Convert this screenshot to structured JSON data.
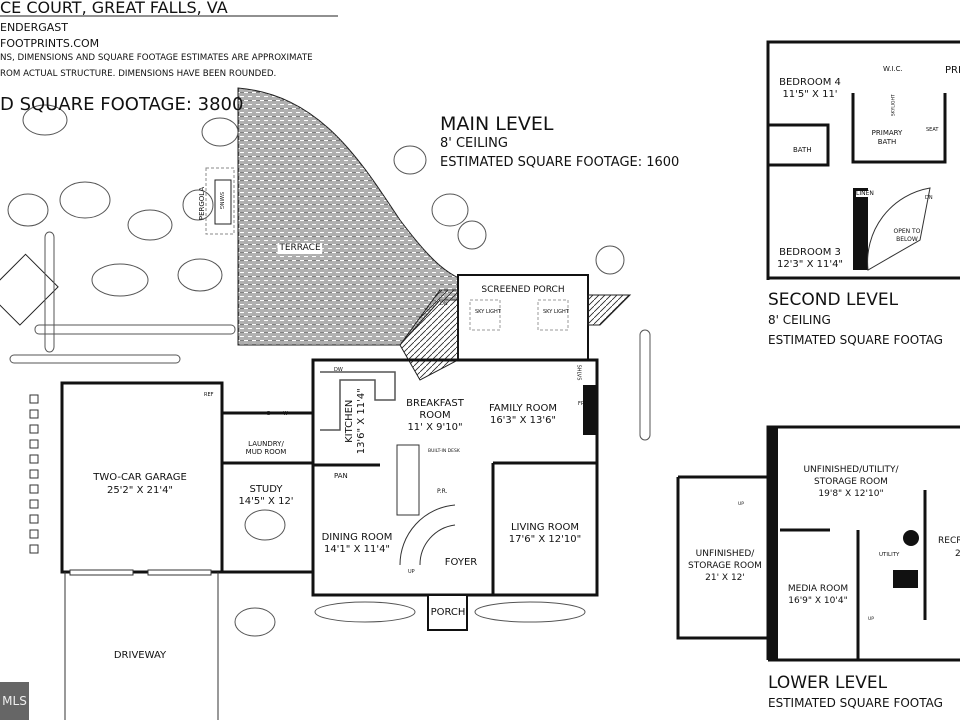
{
  "header": {
    "address": "CE COURT, GREAT FALLS, VA",
    "agent": "ENDERGAST",
    "website": "FOOTPRINTS.COM",
    "disclaimer_1": "NS, DIMENSIONS AND SQUARE FOOTAGE ESTIMATES ARE APPROXIMATE",
    "disclaimer_2": "ROM ACTUAL STRUCTURE. DIMENSIONS HAVE BEEN ROUNDED.",
    "total_sqft": "D SQUARE FOOTAGE: 3800"
  },
  "main_level": {
    "title": "MAIN LEVEL",
    "ceiling": "8' CEILING",
    "sqft": "ESTIMATED SQUARE FOOTAGE: 1600",
    "rooms": {
      "terrace": "TERRACE",
      "pergola": "PERGOLA",
      "swing": "SWING",
      "screened_porch": "SCREENED PORCH",
      "skylight": "SKY LIGHT",
      "dn": "DN",
      "garage_name": "TWO-CAR GARAGE",
      "garage_dim": "25'2\" X 21'4\"",
      "ref": "REF",
      "laundry": "LAUNDRY/",
      "laundry_2": "MUD ROOM",
      "dryer": "D",
      "washer": "W",
      "study_name": "STUDY",
      "study_dim": "14'5\" X 12'",
      "pan": "PAN",
      "kitchen_name": "KITCHEN",
      "kitchen_dim": "13'6\" X 11'4\"",
      "dw": "DW",
      "breakfast_name": "BREAKFAST",
      "breakfast_name_2": "ROOM",
      "breakfast_dim": "11' X 9'10\"",
      "family_name": "FAMILY ROOM",
      "family_dim": "16'3\" X 13'6\"",
      "fp": "FP",
      "shlvs": "SHLVS",
      "desk": "BUILT-IN DESK",
      "pr": "P.R.",
      "dining_name": "DINING ROOM",
      "dining_dim": "14'1\" X 11'4\"",
      "living_name": "LIVING ROOM",
      "living_dim": "17'6\" X 12'10\"",
      "foyer": "FOYER",
      "up": "UP",
      "porch": "PORCH",
      "driveway": "DRIVEWAY"
    }
  },
  "second_level": {
    "title": "SECOND LEVEL",
    "ceiling": "8' CEILING",
    "sqft": "ESTIMATED SQUARE FOOTAG",
    "rooms": {
      "bedroom4_name": "BEDROOM 4",
      "bedroom4_dim": "11'5\" X 11'",
      "wic": "W.I.C.",
      "primary_partial": "PRI",
      "primary_bath": "PRIMARY",
      "primary_bath_2": "BATH",
      "skylight": "SKYLIGHT",
      "seat": "SEAT",
      "bath": "BATH",
      "linen": "LINEN",
      "open_below": "OPEN TO BELOW",
      "dn": "DN",
      "bedroom3_name": "BEDROOM 3",
      "bedroom3_dim": "12'3\" X 11'4\""
    }
  },
  "lower_level": {
    "title": "LOWER LEVEL",
    "sqft": "ESTIMATED SQUARE FOOTAG",
    "rooms": {
      "utility_storage": "UNFINISHED/UTILITY/",
      "utility_storage_2": "STORAGE ROOM",
      "utility_storage_dim": "19'8\" X 12'10\"",
      "storage": "UNFINISHED/",
      "storage_2": "STORAGE ROOM",
      "storage_dim": "21' X 12'",
      "media_name": "MEDIA ROOM",
      "media_dim": "16'9\" X 10'4\"",
      "utility": "UTILITY",
      "rec_partial": "RECR",
      "rec_dim_partial": "2",
      "up": "UP"
    }
  },
  "watermark": "MLS"
}
